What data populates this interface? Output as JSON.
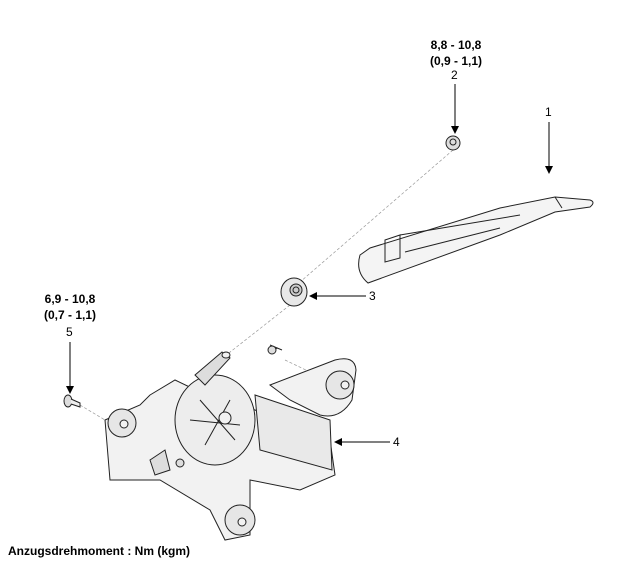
{
  "torque_labels": {
    "part2": {
      "nm": "8,8 - 10,8",
      "kgm": "(0,9 - 1,1)"
    },
    "part5": {
      "nm": "6,9 - 10,8",
      "kgm": "(0,7 - 1,1)"
    }
  },
  "callouts": [
    "1",
    "2",
    "3",
    "4",
    "5"
  ],
  "caption": "Anzugsdrehmoment : Nm (kgm)"
}
